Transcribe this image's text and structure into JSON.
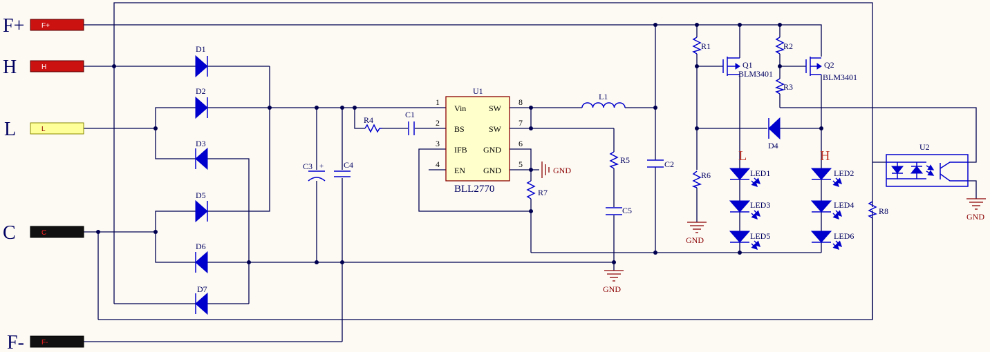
{
  "ports": [
    {
      "label": "F+",
      "port_text": "F+",
      "fill": "#cc1111",
      "text_color": "#ffffff"
    },
    {
      "label": "H",
      "port_text": "H",
      "fill": "#cc1111",
      "text_color": "#ffffff"
    },
    {
      "label": "L",
      "port_text": "L",
      "fill": "#ffff99",
      "text_color": "#8b0000"
    },
    {
      "label": "C",
      "port_text": "C",
      "fill": "#111111",
      "text_color": "#ff2222"
    },
    {
      "label": "F-",
      "port_text": "F-",
      "fill": "#111111",
      "text_color": "#ff2222"
    }
  ],
  "diodes": {
    "d1": "D1",
    "d2": "D2",
    "d3": "D3",
    "d5": "D5",
    "d6": "D6",
    "d7": "D7",
    "d4": "D4"
  },
  "caps": {
    "c3": "C3",
    "c4": "C4",
    "c1": "C1",
    "c5": "C5",
    "c2": "C2",
    "c3_polarity": "+"
  },
  "resistors": {
    "r4": "R4",
    "r5": "R5",
    "r7": "R7",
    "r1": "R1",
    "r2": "R2",
    "r3": "R3",
    "r6": "R6",
    "r8": "R8"
  },
  "inductor": "L1",
  "chip": {
    "ref": "U1",
    "name": "BLL2770",
    "left_pins": [
      {
        "num": "1",
        "name": "Vin"
      },
      {
        "num": "2",
        "name": "BS"
      },
      {
        "num": "3",
        "name": "IFB"
      },
      {
        "num": "4",
        "name": "EN"
      }
    ],
    "right_pins": [
      {
        "num": "8",
        "name": "SW"
      },
      {
        "num": "7",
        "name": "SW"
      },
      {
        "num": "6",
        "name": "GND"
      },
      {
        "num": "5",
        "name": "GND"
      }
    ]
  },
  "mosfets": [
    {
      "ref": "Q1",
      "part": "BLM3401"
    },
    {
      "ref": "Q2",
      "part": "BLM3401"
    }
  ],
  "leds": {
    "led1": "LED1",
    "led2": "LED2",
    "led3": "LED3",
    "led4": "LED4",
    "led5": "LED5",
    "led6": "LED6"
  },
  "string_labels": {
    "left": "L",
    "right": "H"
  },
  "optocoupler": "U2",
  "gnd_labels": {
    "chip": "GND",
    "main": "GND",
    "r6": "GND",
    "u2": "GND"
  },
  "colors": {
    "wire": "#000050",
    "component": "#0000cc",
    "ground": "#8b0000",
    "chip_fill": "#ffffcc",
    "background": "#fdfaf4"
  }
}
